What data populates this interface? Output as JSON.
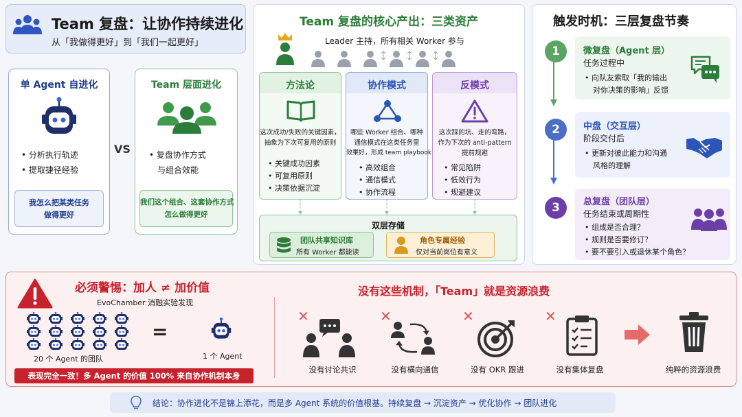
{
  "header": {
    "title": "Team 复盘：让协作持续进化",
    "subtitle": "从「我做得更好」到「我们一起更好」"
  },
  "left": {
    "single": {
      "title": "单 Agent 自进化",
      "bullets": [
        "分析执行轨迹",
        "提取捷径经验"
      ],
      "question": [
        "我怎么把某类任务",
        "做得更好"
      ]
    },
    "vs": "VS",
    "team": {
      "title": "Team 层面进化",
      "bullets": [
        "复盘协作方式",
        "与组合效能"
      ],
      "question": [
        "我们这个组合、这套协作方式",
        "怎么做得更好"
      ]
    }
  },
  "middle": {
    "title": "Team 复盘的核心产出：三类资产",
    "leader_text": "Leader 主持，所有相关 Worker 参与",
    "methodology": {
      "title": "方法论",
      "desc": [
        "这次成功/失败的关键因素，",
        "抽象为下次可复用的原则"
      ],
      "bullets": [
        "关键成功因素",
        "可复用原则",
        "决策依据沉淀"
      ]
    },
    "collaboration": {
      "title": "协作模式",
      "desc": [
        "哪些 Worker 组合、哪种",
        "通信模式在这类任务里",
        "效果好，形成 team playbook"
      ],
      "bullets": [
        "高效组合",
        "通信模式",
        "协作流程"
      ]
    },
    "antipattern": {
      "title": "反模式",
      "desc": [
        "这次踩的坑、走的弯路，",
        "作为下次的 anti-pattern",
        "提前规避"
      ],
      "bullets": [
        "常见陷阱",
        "低效行为",
        "规避建议"
      ]
    },
    "storage": {
      "title": "双层存储",
      "shared_title": "团队共享知识库",
      "shared_desc": "所有 Worker 都能读",
      "role_title": "角色专属经验",
      "role_desc": "仅对当前岗位有意义"
    }
  },
  "right": {
    "title": "触发时机：三层复盘节奏",
    "steps": [
      {
        "num": "1",
        "title": "微复盘（Agent 层）",
        "sub": "任务过程中",
        "bullets": [
          [
            "向队友索取「我的输出",
            "对你决策的影响」反馈"
          ]
        ]
      },
      {
        "num": "2",
        "title": "中盘（交互层）",
        "sub": "阶段交付后",
        "bullets": [
          [
            "更新对彼此能力和沟通",
            "风格的理解"
          ]
        ]
      },
      {
        "num": "3",
        "title": "总复盘（团队层）",
        "sub": "任务结束或周期性",
        "bullets": [
          [
            "组成是否合理？"
          ],
          [
            "规则是否要修订？"
          ],
          [
            "要不要引入或退休某个角色？"
          ]
        ]
      }
    ]
  },
  "warning": {
    "title": "必须警惕：加人 ≠ 加价值",
    "experiment": "EvoChamber 消融实验发现",
    "team_label": "20 个 Agent 的团队",
    "equals": "=",
    "single_label": "1 个 Agent",
    "banner": "表现完全一致！多 Agent 的价值 100% 来自协作机制本身"
  },
  "waste": {
    "title": "没有这些机制，「Team」就是资源浪费",
    "items": [
      "没有讨论共识",
      "没有横向通信",
      "没有 OKR 跟进",
      "没有集体复盘"
    ],
    "result": "纯粹的资源浪费"
  },
  "conclusion": {
    "text": "结论：协作进化不是锦上添花，而是多 Agent 系统的价值根基。持续复盘 → 沉淀资产 → 优化协作 → 团队进化"
  },
  "colors": {
    "navy": "#1f3c8f",
    "green": "#2d7d3a",
    "blue": "#2c55b8",
    "purple": "#6c3fa8",
    "red": "#c8232d",
    "orange": "#c57a00"
  }
}
